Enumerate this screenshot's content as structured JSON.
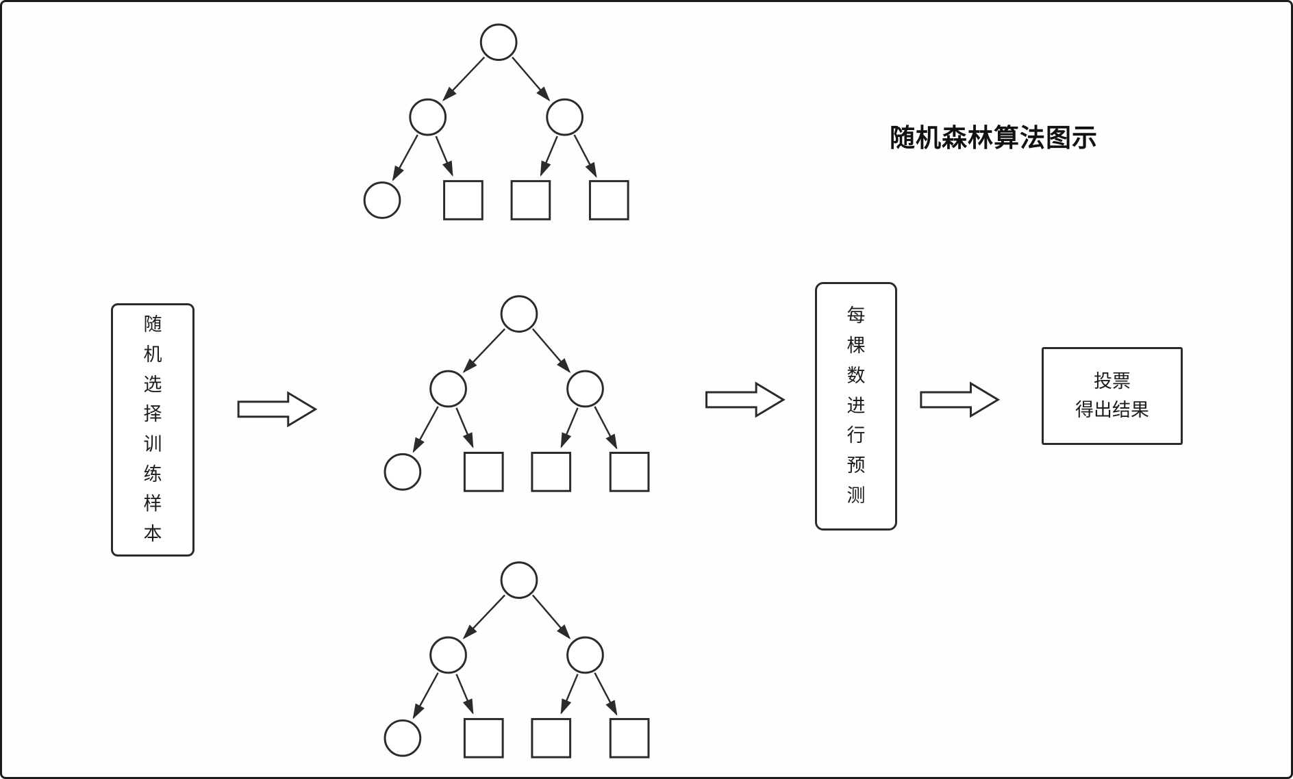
{
  "title": "随机森林算法图示",
  "sample_box": {
    "text": "随机选择训练样本"
  },
  "predict_box": {
    "text": "每棵数进行预测"
  },
  "result_box": {
    "lines": [
      "投票",
      "得出结果"
    ]
  },
  "diagram": {
    "tree_count": 3,
    "leaf_shapes_per_tree": {
      "circles": 1,
      "squares": 3
    }
  },
  "colors": {
    "stroke": "#2b2b2b",
    "background": "#ffffff",
    "border": "#1c1c1c"
  }
}
